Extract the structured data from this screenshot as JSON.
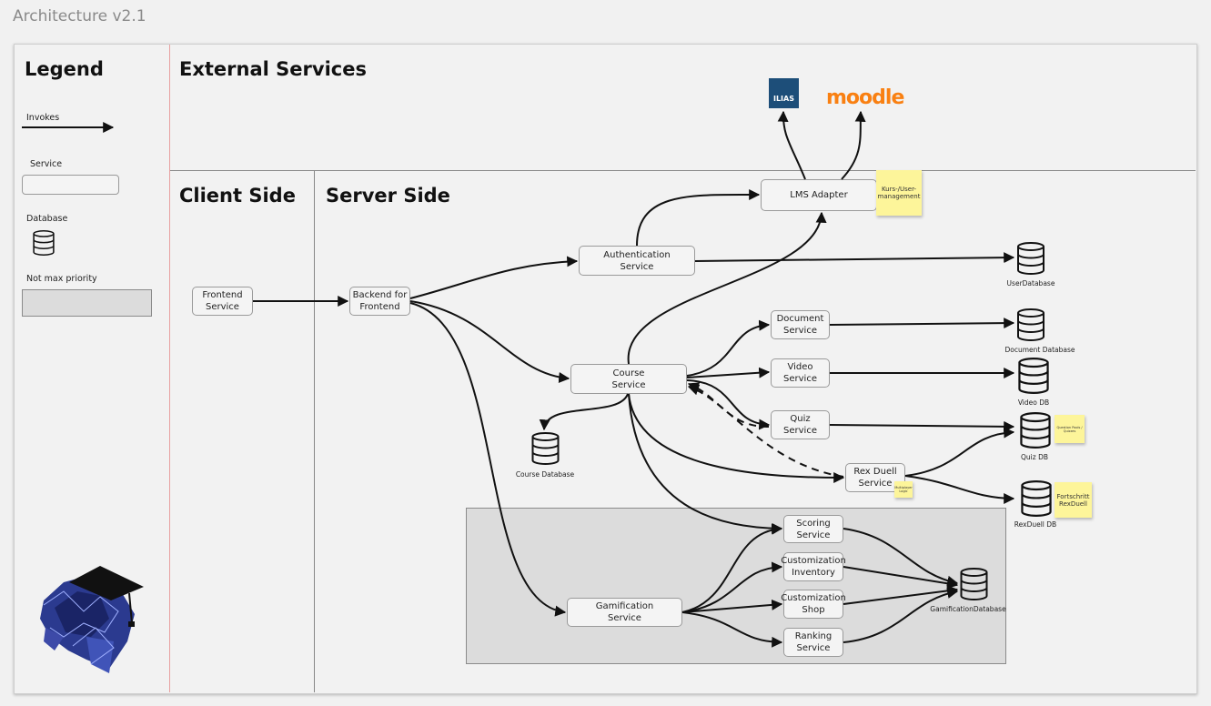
{
  "title": "Architecture v2.1",
  "sections": {
    "legend": "Legend",
    "external": "External Services",
    "client": "Client Side",
    "server": "Server Side"
  },
  "legend": {
    "invokes": "Invokes",
    "service": "Service",
    "database": "Database",
    "not_max_priority": "Not max priority"
  },
  "external": {
    "ilias": "ILIAS",
    "moodle": "moodle"
  },
  "services": {
    "frontend": [
      "Frontend",
      "Service"
    ],
    "backend": [
      "Backend for",
      "Frontend"
    ],
    "auth": [
      "Authentication",
      "Service"
    ],
    "lms": [
      "LMS Adapter"
    ],
    "course": [
      "Course",
      "Service"
    ],
    "document": [
      "Document",
      "Service"
    ],
    "video": [
      "Video",
      "Service"
    ],
    "quiz": [
      "Quiz",
      "Service"
    ],
    "rexduell": [
      "Rex Duell",
      "Service"
    ],
    "scoring": [
      "Scoring",
      "Service"
    ],
    "cust_inventory": [
      "Customization",
      "Inventory"
    ],
    "cust_shop": [
      "Customization",
      "Shop"
    ],
    "ranking": [
      "Ranking",
      "Service"
    ],
    "gamification": [
      "Gamification",
      "Service"
    ]
  },
  "databases": {
    "user": "UserDatabase",
    "document": "Document Database",
    "video": "Video DB",
    "quiz": "Quiz DB",
    "rexduell": "RexDuell DB",
    "course": "Course Database",
    "gamification": "GamificationDatabase"
  },
  "stickies": {
    "lms": "Kurs-/User-\nmanagement",
    "quiz": "Question Pools / Quizzes",
    "rexduell": "Fortschritt\nRexDuell",
    "rexduell_small": "Multiplayer Logic"
  },
  "colors": {
    "arrow": "#111111",
    "gamification_bg": "#dcdcdc",
    "divider_red": "#e8a0a0",
    "moodle": "#f98012",
    "ilias": "#1d4e79",
    "sticky": "#fdf59a"
  }
}
